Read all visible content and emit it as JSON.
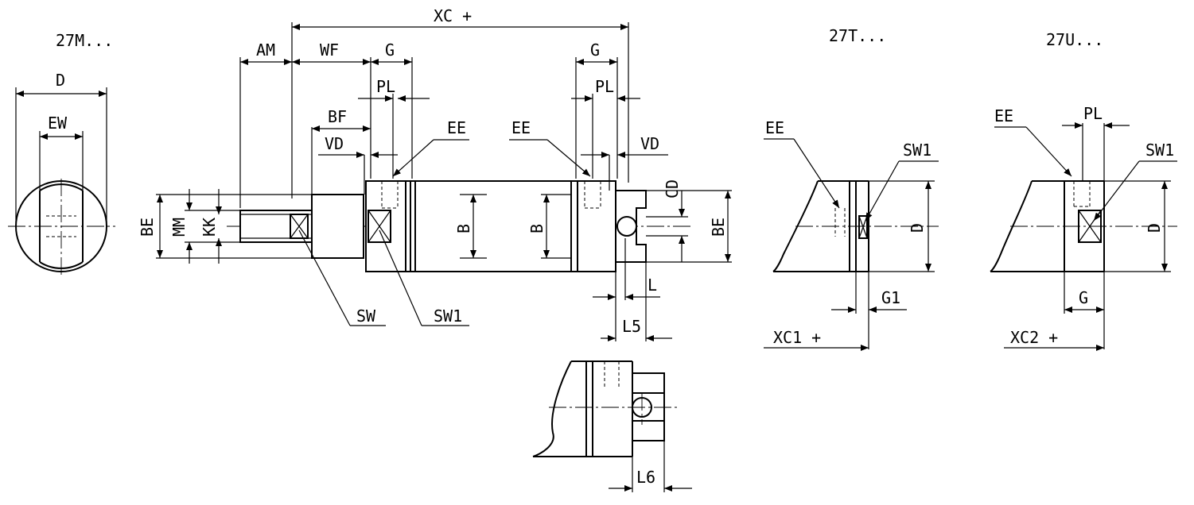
{
  "views": {
    "front": "27M...",
    "variant_t": "27T...",
    "variant_u": "27U..."
  },
  "dims": {
    "xc": "XC +",
    "am": "AM",
    "wf": "WF",
    "g_left": "G",
    "g_right": "G",
    "pl_left": "PL",
    "pl_right": "PL",
    "bf": "BF",
    "vd_left": "VD",
    "vd_right": "VD",
    "ee_left": "EE",
    "ee_right": "EE",
    "d": "D",
    "ew": "EW",
    "be_left": "BE",
    "mm": "MM",
    "kk": "KK",
    "b_left": "B",
    "b_right": "B",
    "cd": "CD",
    "be_right": "BE",
    "sw": "SW",
    "sw1": "SW1",
    "l": "L",
    "l5": "L5",
    "l6": "L6",
    "t_ee": "EE",
    "t_sw1": "SW1",
    "t_d": "D",
    "t_g1": "G1",
    "t_xc1": "XC1 +",
    "u_ee": "EE",
    "u_pl": "PL",
    "u_sw1": "SW1",
    "u_d": "D",
    "u_g": "G",
    "u_xc2": "XC2 +"
  }
}
